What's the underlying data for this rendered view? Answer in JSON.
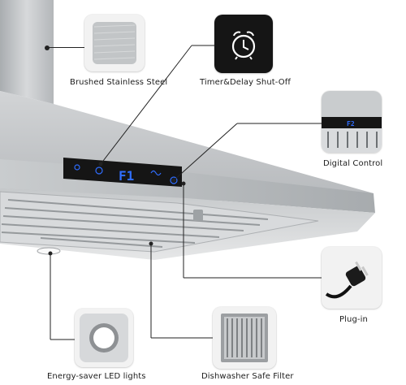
{
  "features": {
    "stainless": {
      "label": "Brushed Stainless Steel",
      "icon": "brushed-steel-swatch"
    },
    "timer": {
      "label": "Timer&Delay Shut-Off",
      "icon": "alarm-clock-icon"
    },
    "digital": {
      "label": "Digital Control",
      "icon": "digital-panel-thumbnail",
      "display": "F2"
    },
    "plug": {
      "label": "Plug-in",
      "icon": "power-plug-icon"
    },
    "led": {
      "label": "Energy-saver LED lights",
      "icon": "led-light-icon"
    },
    "filter": {
      "label": "Dishwasher Safe Filter",
      "icon": "baffle-filter-icon"
    }
  },
  "control_panel": {
    "display": "F1"
  },
  "colors": {
    "steel": "#b9bdc0",
    "panel": "#151515",
    "display_blue": "#2f6dff"
  }
}
